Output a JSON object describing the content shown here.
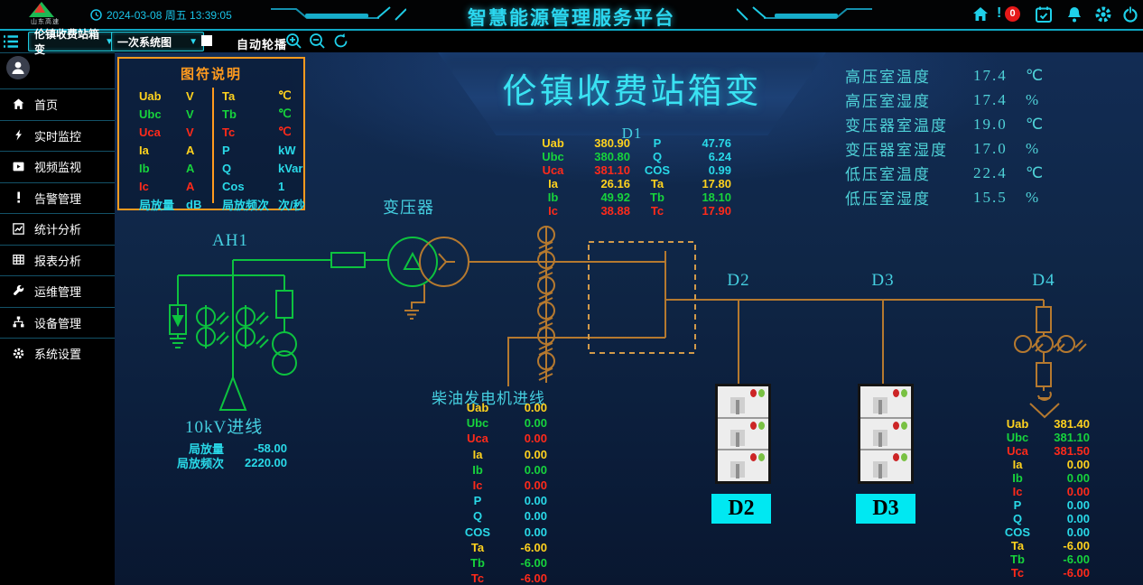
{
  "colors": {
    "accent_cyan": "#29d9e8",
    "phase_a_yellow": "#ffd21e",
    "phase_b_green": "#17d33c",
    "phase_c_red": "#ff2a1a",
    "legend_orange": "#ff9a1e",
    "circuit_orange": "#b5792f",
    "circuit_green": "#0dc23f",
    "alarm_red": "#e61919",
    "tag_cyan": "#00e8f2"
  },
  "topbar": {
    "logo_text": "山东高速",
    "datetime": "2024-03-08 周五 13:39:05",
    "title": "智慧能源管理服务平台",
    "alarm_count": "0"
  },
  "toolbar": {
    "station_select": "伦镇收费站箱变",
    "view_select": "一次系统图",
    "autoplay_label": "自动轮播"
  },
  "sidebar": {
    "items": [
      {
        "label": "首页",
        "icon": "home"
      },
      {
        "label": "实时监控",
        "icon": "bolt"
      },
      {
        "label": "视频监视",
        "icon": "video"
      },
      {
        "label": "告警管理",
        "icon": "alert"
      },
      {
        "label": "统计分析",
        "icon": "stats"
      },
      {
        "label": "报表分析",
        "icon": "report"
      },
      {
        "label": "运维管理",
        "icon": "wrench"
      },
      {
        "label": "设备管理",
        "icon": "devices"
      },
      {
        "label": "系统设置",
        "icon": "gear"
      }
    ]
  },
  "legend": {
    "title": "图符说明",
    "rows": [
      {
        "l1": "Uab",
        "u1": "V",
        "c1": "yellow",
        "l2": "Ta",
        "u2": "℃",
        "c2": "yellow"
      },
      {
        "l1": "Ubc",
        "u1": "V",
        "c1": "green",
        "l2": "Tb",
        "u2": "℃",
        "c2": "green"
      },
      {
        "l1": "Uca",
        "u1": "V",
        "c1": "red",
        "l2": "Tc",
        "u2": "℃",
        "c2": "red"
      },
      {
        "l1": "Ia",
        "u1": "A",
        "c1": "yellow",
        "l2": "P",
        "u2": "kW",
        "c2": "cyan"
      },
      {
        "l1": "Ib",
        "u1": "A",
        "c1": "green",
        "l2": "Q",
        "u2": "kVar",
        "c2": "cyan"
      },
      {
        "l1": "Ic",
        "u1": "A",
        "c1": "red",
        "l2": "Cos",
        "u2": "1",
        "c2": "cyan"
      },
      {
        "l1": "局放量",
        "u1": "dB",
        "c1": "cyan",
        "l2": "局放频次",
        "u2": "次/秒",
        "c2": "cyan"
      }
    ]
  },
  "station": {
    "title": "伦镇收费站箱变"
  },
  "env": {
    "rows": [
      {
        "label": "高压室温度",
        "value": "17.4",
        "unit": "℃"
      },
      {
        "label": "高压室湿度",
        "value": "17.4",
        "unit": "%"
      },
      {
        "label": "变压器室温度",
        "value": "19.0",
        "unit": "℃"
      },
      {
        "label": "变压器室湿度",
        "value": "17.0",
        "unit": "%"
      },
      {
        "label": "低压室温度",
        "value": "22.4",
        "unit": "℃"
      },
      {
        "label": "低压室湿度",
        "value": "15.5",
        "unit": "%"
      }
    ]
  },
  "d1": {
    "label": "D1",
    "rows": [
      {
        "l1": "Uab",
        "v1": "380.90",
        "c1": "yellow",
        "l2": "P",
        "v2": "47.76",
        "c2": "cyan"
      },
      {
        "l1": "Ubc",
        "v1": "380.80",
        "c1": "green",
        "l2": "Q",
        "v2": "6.24",
        "c2": "cyan"
      },
      {
        "l1": "Uca",
        "v1": "381.10",
        "c1": "red",
        "l2": "COS",
        "v2": "0.99",
        "c2": "cyan"
      },
      {
        "l1": "Ia",
        "v1": "26.16",
        "c1": "yellow",
        "l2": "Ta",
        "v2": "17.80",
        "c2": "yellow"
      },
      {
        "l1": "Ib",
        "v1": "49.92",
        "c1": "green",
        "l2": "Tb",
        "v2": "18.10",
        "c2": "green"
      },
      {
        "l1": "Ic",
        "v1": "38.88",
        "c1": "red",
        "l2": "Tc",
        "v2": "17.90",
        "c2": "red"
      }
    ]
  },
  "incoming": {
    "ah1": "AH1",
    "label": "10kV进线",
    "pd_rows": [
      {
        "label": "局放量",
        "value": "-58.00"
      },
      {
        "label": "局放频次",
        "value": "2220.00"
      }
    ]
  },
  "transformer": {
    "label": "变压器"
  },
  "diesel": {
    "title": "柴油发电机进线",
    "rows": [
      {
        "label": "Uab",
        "value": "0.00",
        "color": "yellow"
      },
      {
        "label": "Ubc",
        "value": "0.00",
        "color": "green"
      },
      {
        "label": "Uca",
        "value": "0.00",
        "color": "red"
      },
      {
        "label": "Ia",
        "value": "0.00",
        "color": "yellow"
      },
      {
        "label": "Ib",
        "value": "0.00",
        "color": "green"
      },
      {
        "label": "Ic",
        "value": "0.00",
        "color": "red"
      },
      {
        "label": "P",
        "value": "0.00",
        "color": "cyan"
      },
      {
        "label": "Q",
        "value": "0.00",
        "color": "cyan"
      },
      {
        "label": "COS",
        "value": "0.00",
        "color": "cyan"
      },
      {
        "label": "Ta",
        "value": "-6.00",
        "color": "yellow"
      },
      {
        "label": "Tb",
        "value": "-6.00",
        "color": "green"
      },
      {
        "label": "Tc",
        "value": "-6.00",
        "color": "red"
      }
    ]
  },
  "feeders": {
    "d2": "D2",
    "d3": "D3",
    "d4": "D4",
    "d2_box": "D2",
    "d3_box": "D3"
  },
  "d4": {
    "rows": [
      {
        "label": "Uab",
        "value": "381.40",
        "color": "yellow"
      },
      {
        "label": "Ubc",
        "value": "381.10",
        "color": "green"
      },
      {
        "label": "Uca",
        "value": "381.50",
        "color": "red"
      },
      {
        "label": "Ia",
        "value": "0.00",
        "color": "yellow"
      },
      {
        "label": "Ib",
        "value": "0.00",
        "color": "green"
      },
      {
        "label": "Ic",
        "value": "0.00",
        "color": "red"
      },
      {
        "label": "P",
        "value": "0.00",
        "color": "cyan"
      },
      {
        "label": "Q",
        "value": "0.00",
        "color": "cyan"
      },
      {
        "label": "COS",
        "value": "0.00",
        "color": "cyan"
      },
      {
        "label": "Ta",
        "value": "-6.00",
        "color": "yellow"
      },
      {
        "label": "Tb",
        "value": "-6.00",
        "color": "green"
      },
      {
        "label": "Tc",
        "value": "-6.00",
        "color": "red"
      }
    ]
  }
}
